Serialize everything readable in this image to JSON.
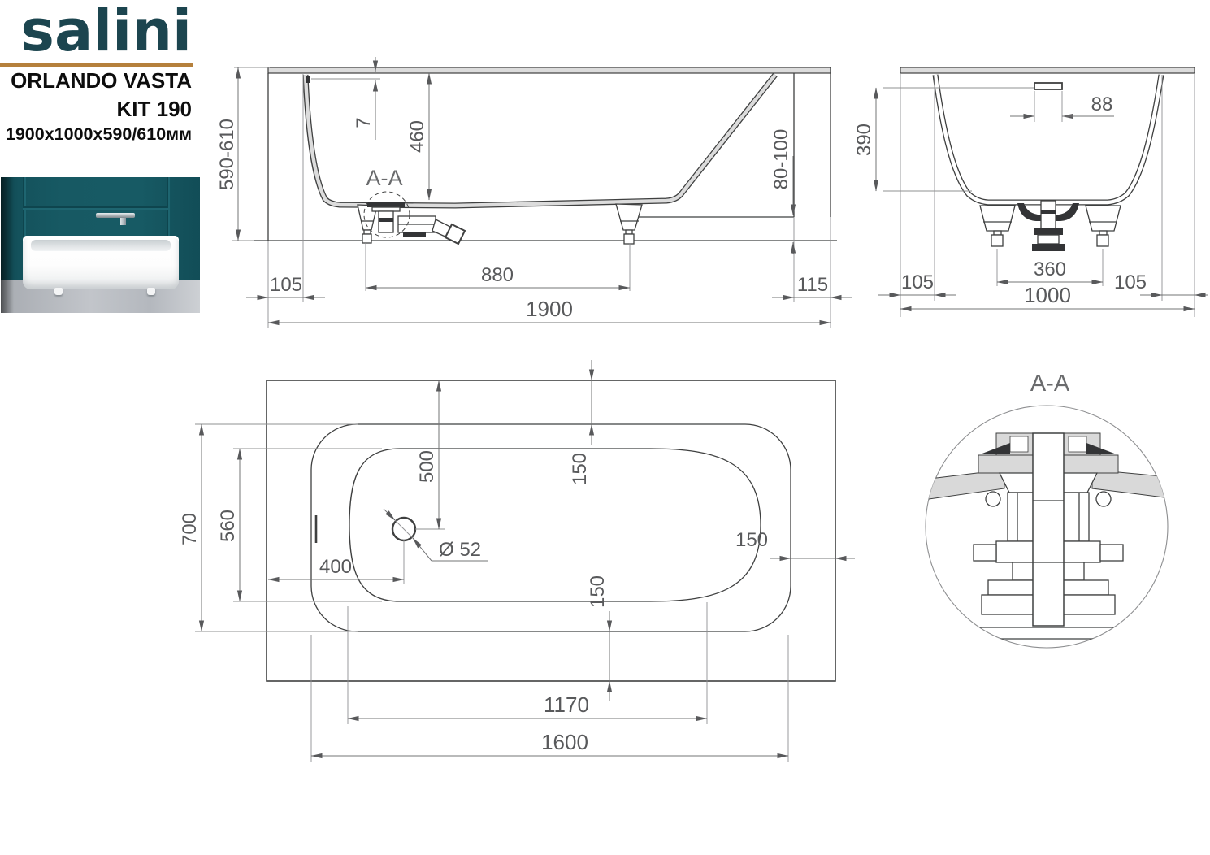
{
  "brand": {
    "logo_text": "salini",
    "product_line1": "ORLANDO VASTA",
    "product_line2": "KIT 190",
    "size_text": "1900x1000x590/610мм",
    "logo_color": "#1c454f",
    "accent_color": "#b5803c"
  },
  "photo": {
    "wall_color": "#175963",
    "floor_color": "#bfc3c8",
    "tub_color": "#ffffff"
  },
  "side_view": {
    "height_range": "590-610",
    "overflow_drop": "7",
    "inner_depth": "460",
    "section_label": "A-A",
    "foot_clearance": "80-100",
    "offset_left": "105",
    "feet_spacing": "880",
    "offset_right": "115",
    "overall_length": "1900"
  },
  "end_view": {
    "overflow_width": "88",
    "inner_depth": "390",
    "feet_spacing": "360",
    "offset_left": "105",
    "overall_width": "1000",
    "offset_right": "105"
  },
  "plan_view": {
    "opening_width": "700",
    "basin_width": "560",
    "drain_from_top": "500",
    "margin_top": "150",
    "margin_right": "150",
    "margin_bottom": "150",
    "drain_from_left": "400",
    "drain_diameter": "Ø 52",
    "basin_length": "1170",
    "opening_length": "1600"
  },
  "detail_view": {
    "title": "A-A"
  }
}
